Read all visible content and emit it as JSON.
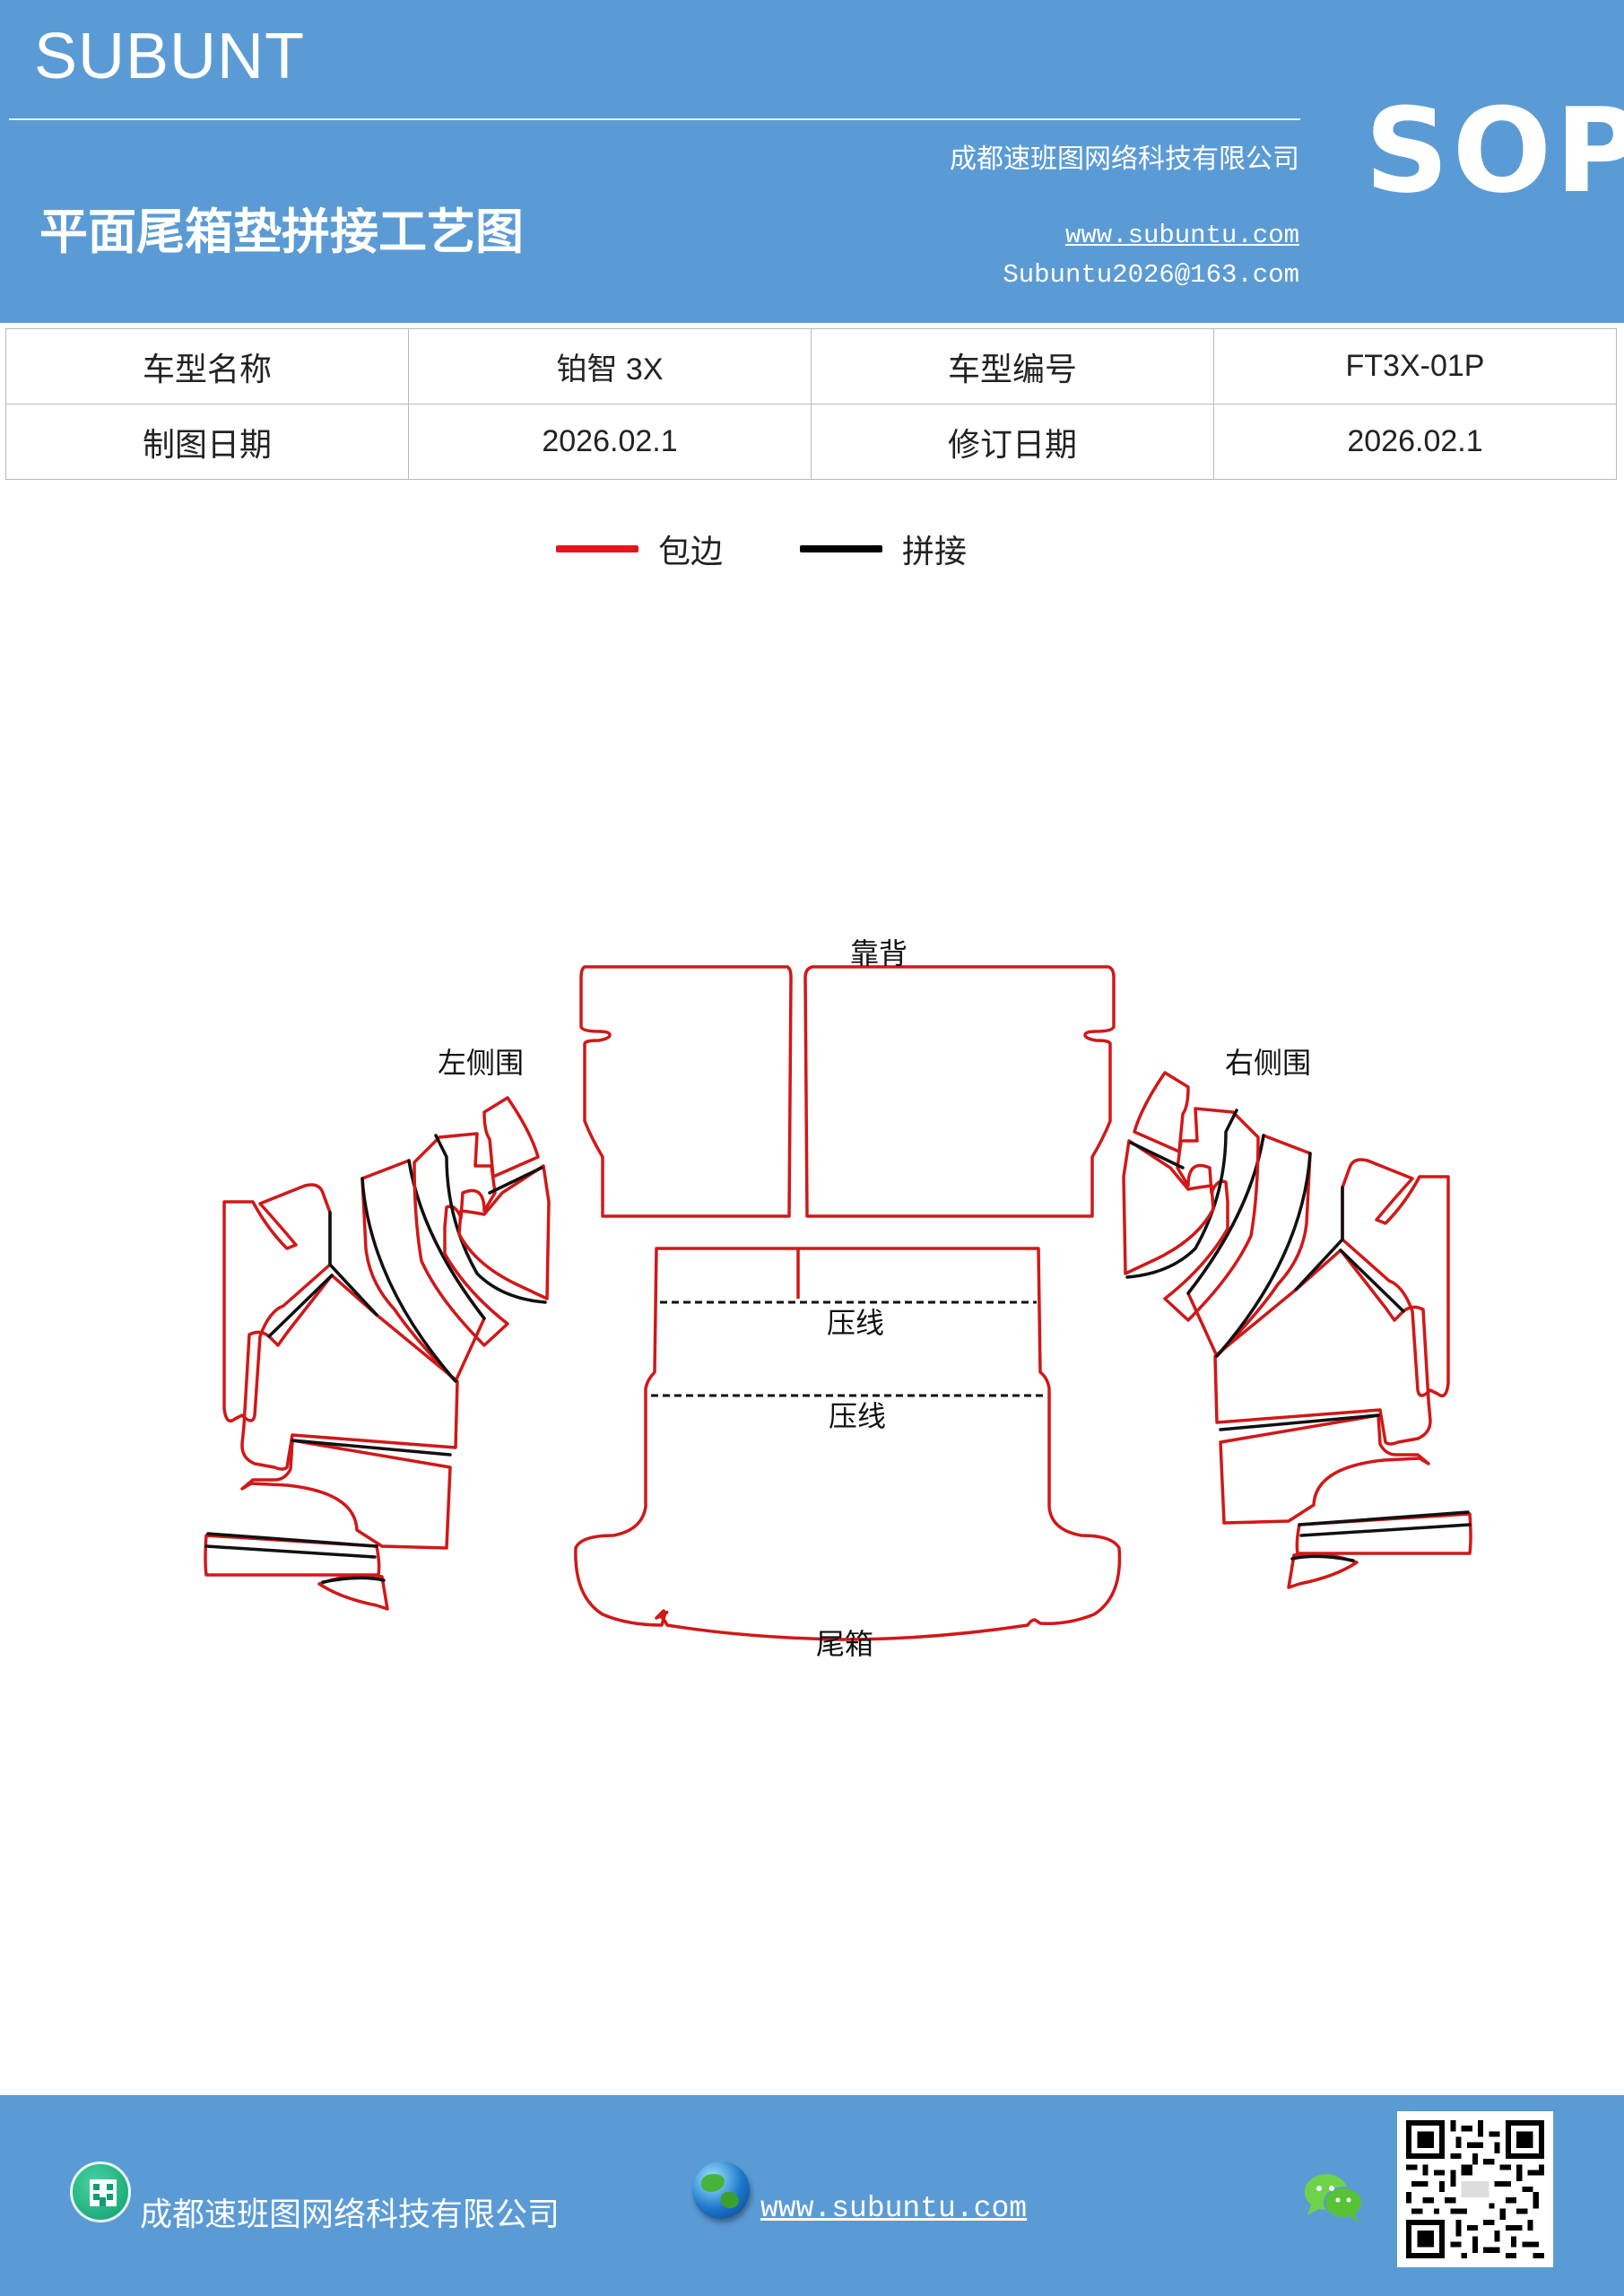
{
  "header": {
    "brand": "SUBUNT",
    "company": "成都速班图网络科技有限公司",
    "title": "平面尾箱垫拼接工艺图",
    "website": "www.subuntu.com",
    "email": "Subuntu2026@163.com",
    "badge": "SOP",
    "background_color": "#5b9bd5"
  },
  "info_table": {
    "rows": [
      [
        "车型名称",
        "铂智 3X",
        "车型编号",
        "FT3X-01P"
      ],
      [
        "制图日期",
        "2026.02.1",
        "修订日期",
        "2026.02.1"
      ]
    ]
  },
  "legend": {
    "items": [
      {
        "label": "包边",
        "color": "#e8141c"
      },
      {
        "label": "拼接",
        "color": "#000000"
      }
    ]
  },
  "diagram": {
    "labels": {
      "backrest": "靠背",
      "left_side": "左侧围",
      "right_side": "右侧围",
      "crease_1": "压线",
      "crease_2": "压线",
      "trunk": "尾箱"
    },
    "colors": {
      "edge_binding": "#d01818",
      "splice": "#111111"
    }
  },
  "footer": {
    "company": "成都速班图网络科技有限公司",
    "website": "www.subuntu.com",
    "icons": [
      "building-icon",
      "globe-icon",
      "wechat-icon",
      "qr-code"
    ]
  }
}
